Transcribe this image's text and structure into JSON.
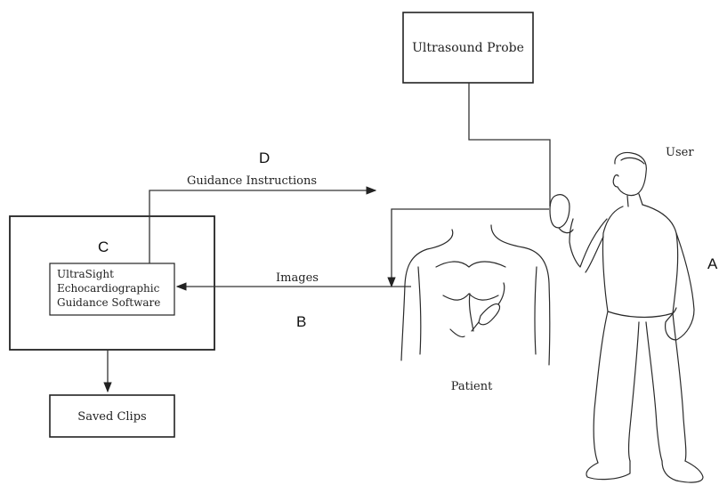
{
  "nodes": {
    "probe": "Ultrasound Probe",
    "software_line1": "UltraSight",
    "software_line2": "Echocardiographic",
    "software_line3": "Guidance Software",
    "saved_clips": "Saved Clips",
    "patient": "Patient",
    "user": "User"
  },
  "edges": {
    "guidance": "Guidance Instructions",
    "images": "Images"
  },
  "markers": {
    "a": "A",
    "b": "B",
    "c": "C",
    "d": "D"
  },
  "colors": {
    "ink": "#222222",
    "background": "#ffffff"
  }
}
